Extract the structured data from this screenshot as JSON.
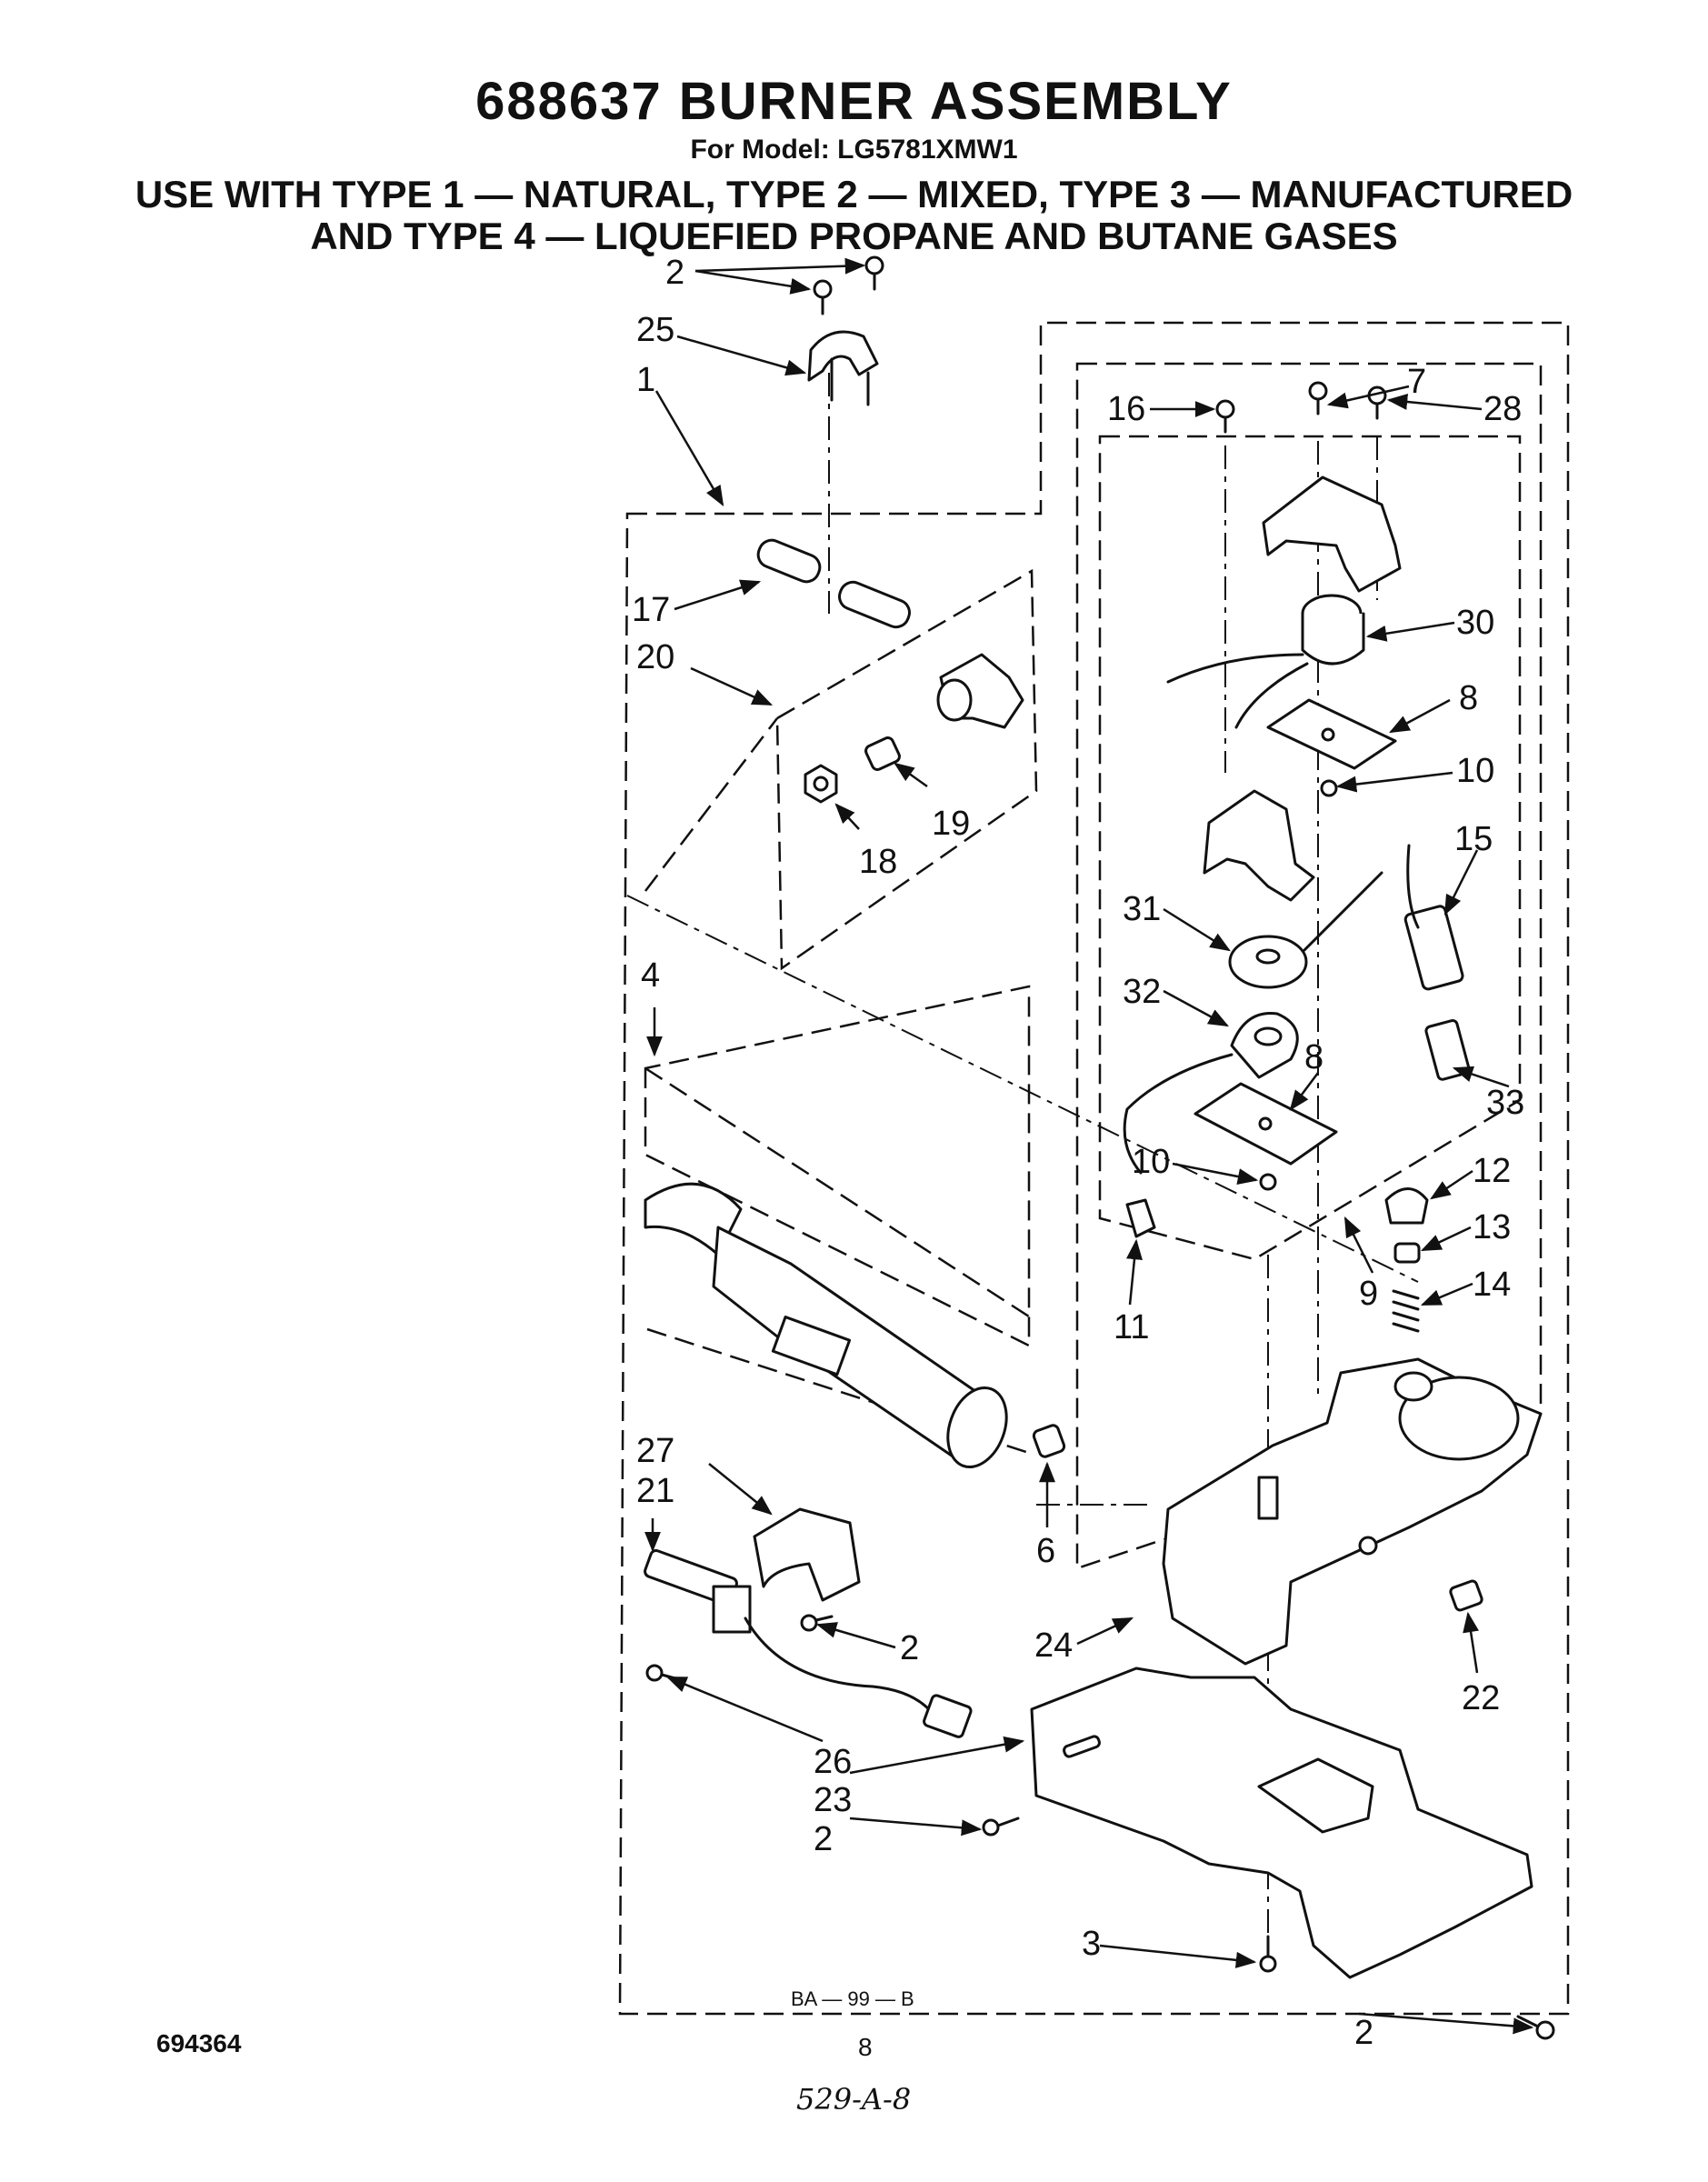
{
  "header": {
    "title": "688637 BURNER ASSEMBLY",
    "model": "For Model: LG5781XMW1",
    "types_line1": "USE WITH TYPE 1 — NATURAL, TYPE 2 — MIXED, TYPE 3 — MANUFACTURED",
    "types_line2": "AND TYPE 4 — LIQUEFIED PROPANE AND BUTANE GASES"
  },
  "diagram": {
    "drawing_code": "BA — 99 — B",
    "callouts": [
      "2",
      "25",
      "1",
      "17",
      "20",
      "19",
      "18",
      "4",
      "16",
      "7",
      "28",
      "30",
      "8",
      "10",
      "15",
      "31",
      "32",
      "8",
      "33",
      "10",
      "12",
      "13",
      "9",
      "14",
      "11",
      "27",
      "21",
      "6",
      "2",
      "24",
      "22",
      "26",
      "23",
      "2",
      "3",
      "2"
    ]
  },
  "footer": {
    "doc_number": "694364",
    "page_number": "8",
    "handwritten_note": "529-A-8"
  }
}
